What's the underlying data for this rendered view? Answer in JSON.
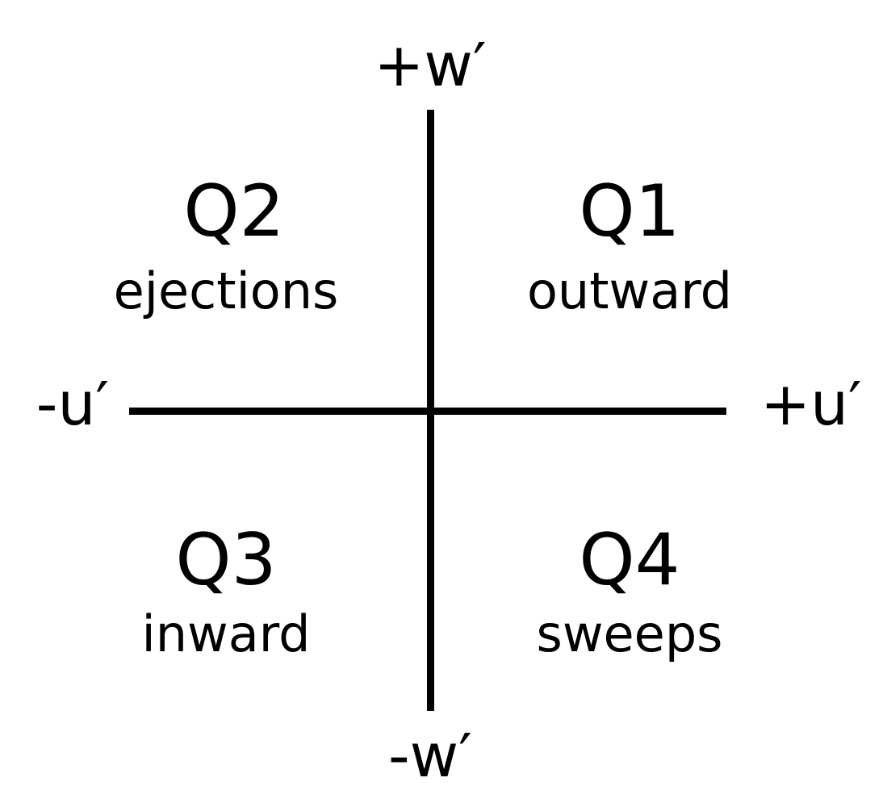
{
  "axes": {
    "positive_w": "+w′",
    "negative_w": "-w′",
    "negative_u": "-u′",
    "positive_u": "+u′"
  },
  "quadrants": {
    "q1": {
      "id": "Q1",
      "name": "outward"
    },
    "q2": {
      "id": "Q2",
      "name": "ejections"
    },
    "q3": {
      "id": "Q3",
      "name": "inward"
    },
    "q4": {
      "id": "Q4",
      "name": "sweeps"
    }
  },
  "colors": {
    "background": "#ffffff",
    "foreground": "#000000"
  }
}
